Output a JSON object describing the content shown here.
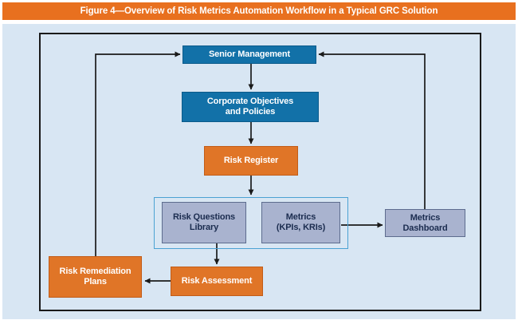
{
  "title_bar": {
    "text": "Figure 4—Overview of Risk Metrics Automation Workflow in a Typical GRC Solution"
  },
  "colors": {
    "title_bar_bg": "#E8701F",
    "panel_bg": "#D8E6F3",
    "node_blue": "#1271A8",
    "node_orange": "#E07527",
    "node_gray_fill": "#A9B3CF",
    "node_gray_border": "#5D6C8E",
    "node_gray_text": "#1B2C4F",
    "group_border": "#4BA2D3",
    "connector_line": "#1A1A1A"
  },
  "nodes": {
    "senior_management": {
      "label": "Senior Management"
    },
    "corporate_objectives": {
      "lines": [
        "Corporate Objectives",
        "and Policies"
      ]
    },
    "risk_register": {
      "label": "Risk Register"
    },
    "risk_questions_library": {
      "lines": [
        "Risk Questions",
        "Library"
      ]
    },
    "metrics_kpis_kris": {
      "lines": [
        "Metrics",
        "(KPIs, KRIs)"
      ]
    },
    "metrics_dashboard": {
      "lines": [
        "Metrics",
        "Dashboard"
      ]
    },
    "risk_remediation_plans": {
      "lines": [
        "Risk Remediation",
        "Plans"
      ]
    },
    "risk_assessment": {
      "label": "Risk Assessment"
    }
  }
}
